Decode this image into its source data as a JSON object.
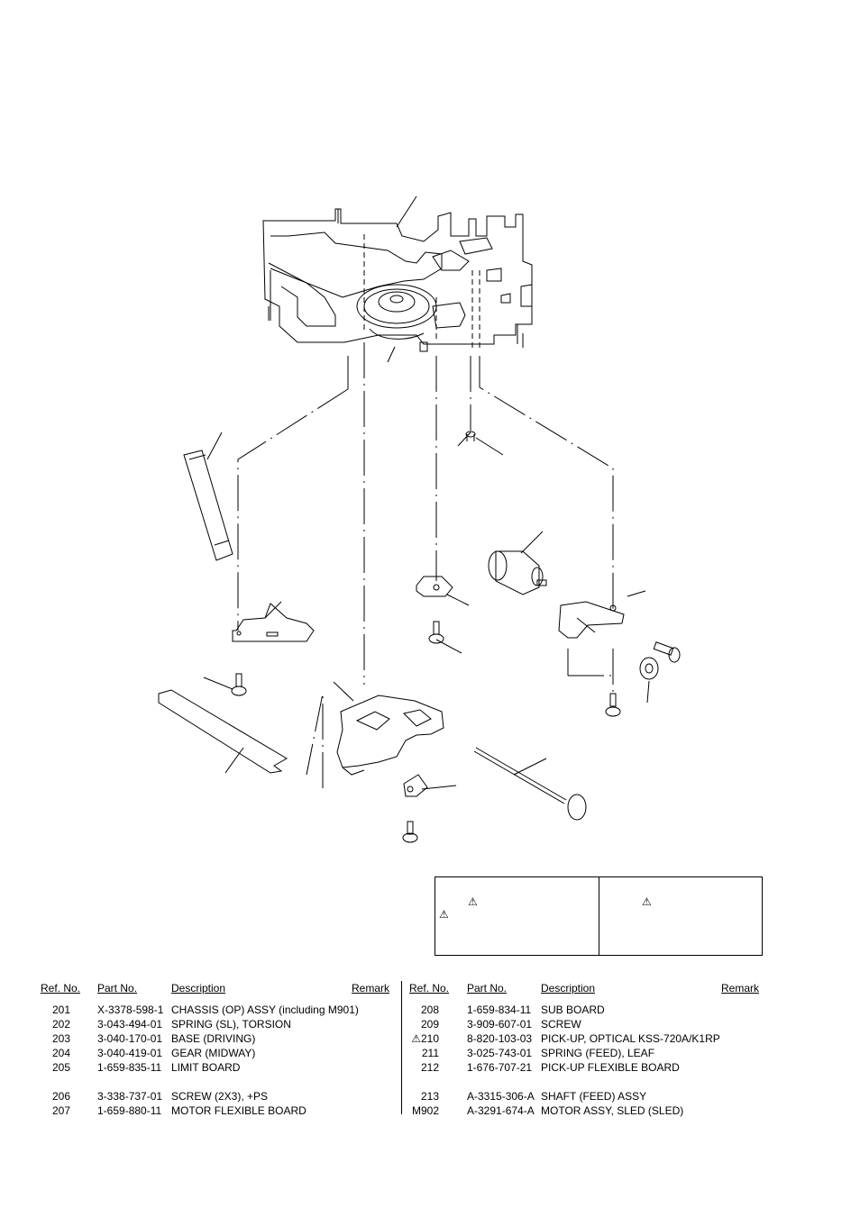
{
  "notice": {
    "symbol": "⚠"
  },
  "table_left": {
    "headers": {
      "ref": "Ref. No.",
      "part": "Part No.",
      "desc": "Description",
      "remark": "Remark"
    },
    "rows": [
      {
        "ref": "201",
        "part": "X-3378-598-1",
        "desc": "CHASSIS (OP) ASSY (including M901)",
        "remark": ""
      },
      {
        "ref": "202",
        "part": "3-043-494-01",
        "desc": "SPRING (SL), TORSION",
        "remark": ""
      },
      {
        "ref": "203",
        "part": "3-040-170-01",
        "desc": "BASE (DRIVING)",
        "remark": ""
      },
      {
        "ref": "204",
        "part": "3-040-419-01",
        "desc": "GEAR (MIDWAY)",
        "remark": ""
      },
      {
        "ref": "205",
        "part": "1-659-835-11",
        "desc": "LIMIT BOARD",
        "remark": ""
      },
      {
        "ref": "206",
        "part": "3-338-737-01",
        "desc": "SCREW (2X3), +PS",
        "remark": ""
      },
      {
        "ref": "207",
        "part": "1-659-880-11",
        "desc": "MOTOR FLEXIBLE BOARD",
        "remark": ""
      }
    ]
  },
  "table_right": {
    "headers": {
      "ref": "Ref. No.",
      "part": "Part No.",
      "desc": "Description",
      "remark": "Remark"
    },
    "rows": [
      {
        "ref": "208",
        "part": "1-659-834-11",
        "desc": "SUB BOARD",
        "remark": ""
      },
      {
        "ref": "209",
        "part": "3-909-607-01",
        "desc": "SCREW",
        "remark": ""
      },
      {
        "ref": "⚠210",
        "part": "8-820-103-03",
        "desc": "PICK-UP, OPTICAL KSS-720A/K1RP",
        "remark": ""
      },
      {
        "ref": "211",
        "part": "3-025-743-01",
        "desc": "SPRING (FEED), LEAF",
        "remark": ""
      },
      {
        "ref": "212",
        "part": "1-676-707-21",
        "desc": "PICK-UP FLEXIBLE BOARD",
        "remark": ""
      },
      {
        "ref": "213",
        "part": "A-3315-306-A",
        "desc": "SHAFT (FEED) ASSY",
        "remark": ""
      },
      {
        "ref": "M902",
        "part": "A-3291-674-A",
        "desc": "MOTOR ASSY, SLED (SLED)",
        "remark": ""
      }
    ]
  }
}
